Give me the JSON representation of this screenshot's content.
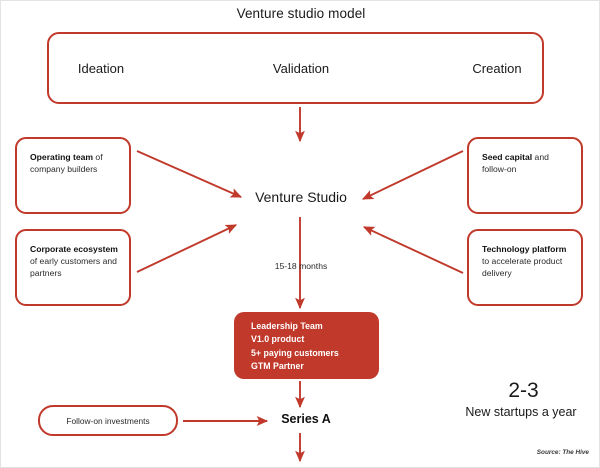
{
  "diagram": {
    "title": "Venture studio model",
    "accent_color": "#c0392b",
    "background_color": "#ffffff",
    "text_color": "#1a1a1a"
  },
  "pipeline": {
    "stages": [
      {
        "label": "Ideation"
      },
      {
        "label": "Validation"
      },
      {
        "label": "Creation"
      }
    ]
  },
  "inputs": {
    "operating_team": {
      "strong": "Operating team",
      "rest": " of",
      "line2": "company builders"
    },
    "corporate_ecosystem": {
      "strong": "Corporate ecosystem",
      "rest": "",
      "line2": "of early customers and partners"
    },
    "seed_capital": {
      "strong": "Seed capital",
      "rest": " and",
      "line2": "follow-on"
    },
    "technology_platform": {
      "strong": "Technology platform",
      "rest": "",
      "line2": "to accelerate product delivery"
    }
  },
  "center": {
    "hub_label": "Venture Studio",
    "duration_label": "15-18 months"
  },
  "milestones": {
    "items": [
      "Leadership Team",
      "V1.0 product",
      "5+ paying customers",
      "GTM Partner"
    ]
  },
  "outcome": {
    "followon_label": "Follow-on investments",
    "series_label": "Series A"
  },
  "stat": {
    "number": "2-3",
    "caption": "New startups a year"
  },
  "footer": {
    "source": "Source: The Hive"
  }
}
